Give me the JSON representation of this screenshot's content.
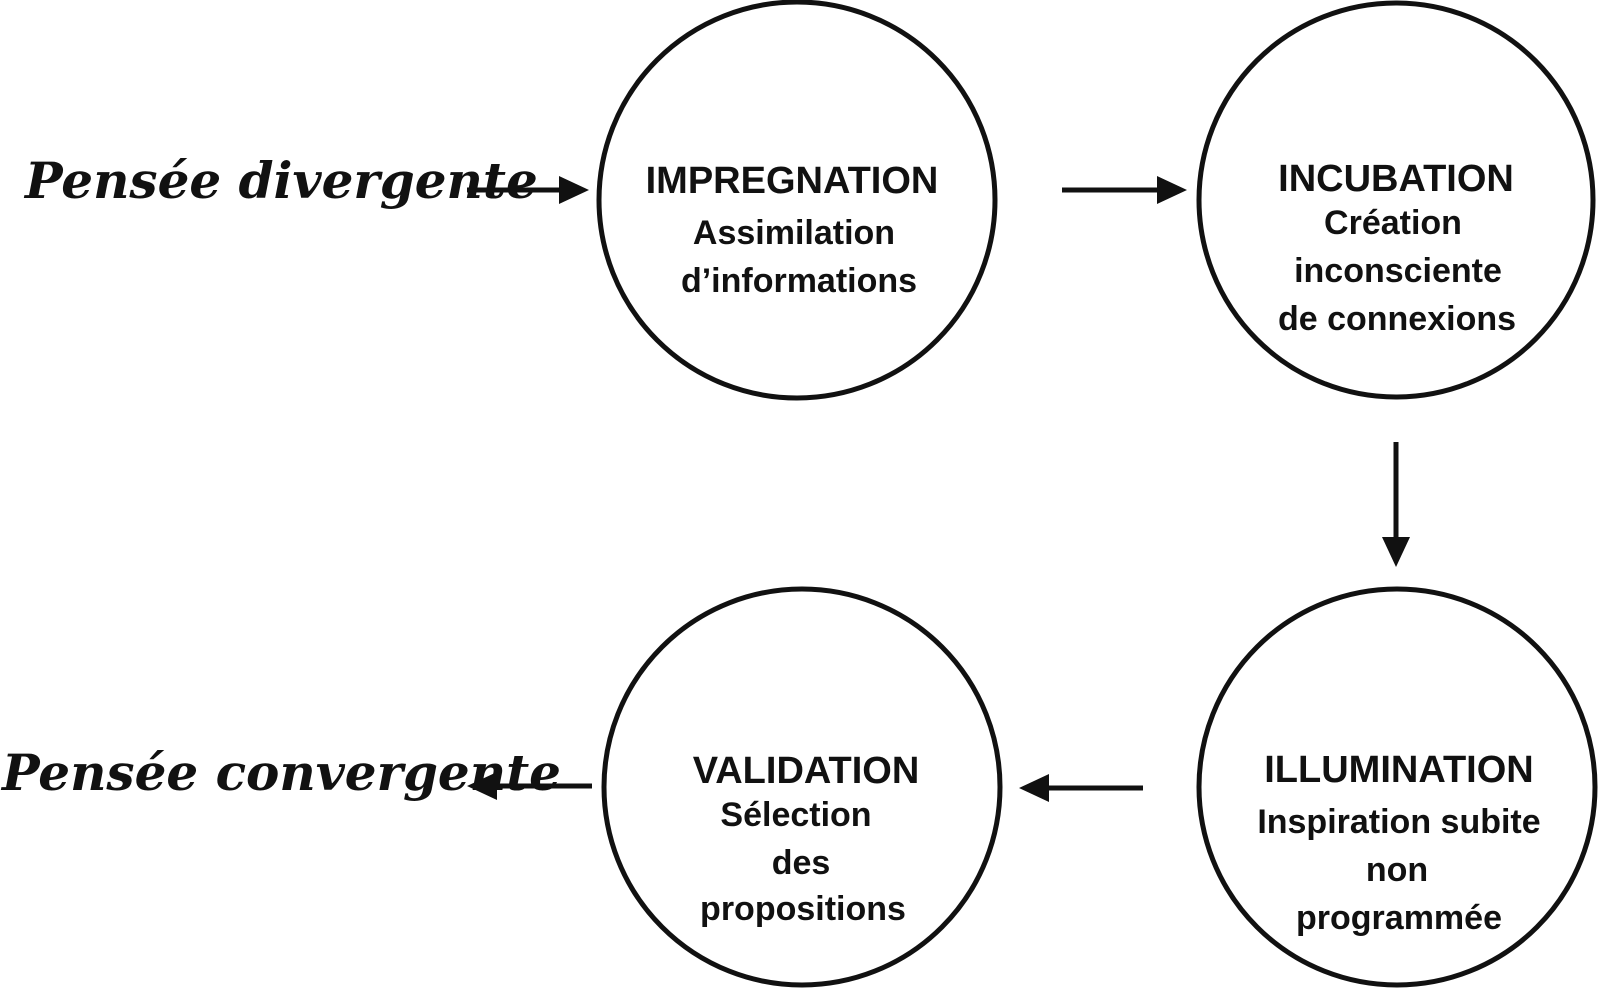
{
  "labels": {
    "divergent": "Pensée divergente",
    "convergent": "Pensée convergente"
  },
  "stages": [
    {
      "id": "impregnation",
      "title": "IMPREGNATION",
      "lines": [
        "Assimilation",
        "d’informations"
      ]
    },
    {
      "id": "incubation",
      "title": "INCUBATION",
      "lines": [
        "Création",
        "inconsciente",
        "de connexions"
      ]
    },
    {
      "id": "illumination",
      "title": "ILLUMINATION",
      "lines": [
        "Inspiration subite",
        "non",
        "programmée"
      ]
    },
    {
      "id": "validation",
      "title": "VALIDATION",
      "lines": [
        "Sélection",
        "des",
        "propositions"
      ]
    }
  ],
  "colors": {
    "stroke": "#111111",
    "background": "#ffffff"
  }
}
